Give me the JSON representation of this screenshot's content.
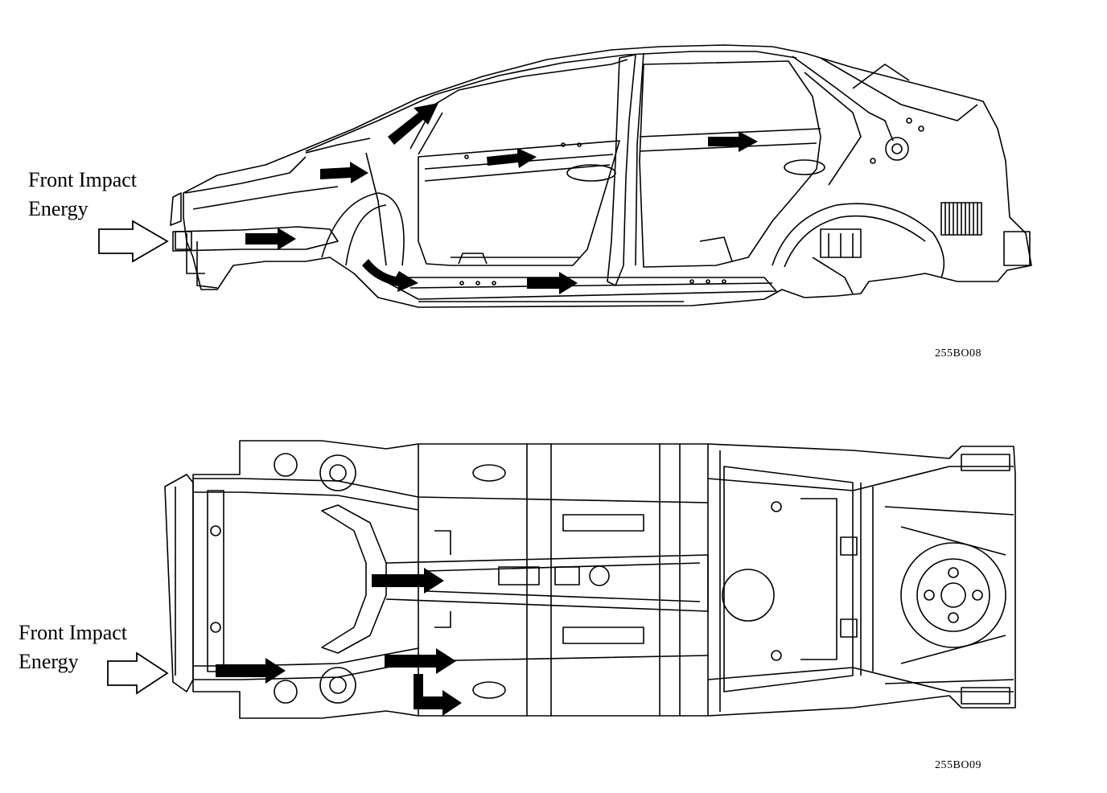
{
  "top_view": {
    "label_line1": "Front Impact",
    "label_line2": "Energy",
    "figure_code": "255BO08"
  },
  "bottom_view": {
    "label_line1": "Front Impact",
    "label_line2": "Energy",
    "figure_code": "255BO09"
  },
  "colors": {
    "line": "#000000",
    "arrow_fill": "#000000",
    "background": "#ffffff"
  }
}
